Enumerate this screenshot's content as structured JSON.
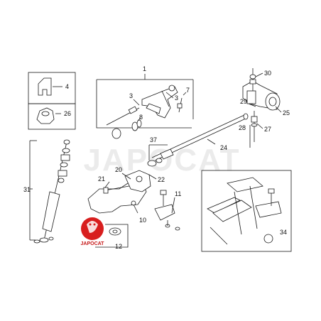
{
  "watermark": "JAPOCAT",
  "logo": {
    "text": "JAPOCAT",
    "color": "#d81e1e"
  },
  "labels": {
    "p1": "1",
    "p3a": "3",
    "p3b": "3",
    "p4": "4",
    "p7": "7",
    "p8": "8",
    "p10": "10",
    "p11": "11",
    "p12": "12",
    "p20": "20",
    "p21": "21",
    "p22": "22",
    "p24": "24",
    "p25": "25",
    "p26": "26",
    "p27": "27",
    "p28": "28",
    "p29": "29",
    "p30": "30",
    "p31": "31",
    "p34": "34",
    "p37": "37"
  }
}
